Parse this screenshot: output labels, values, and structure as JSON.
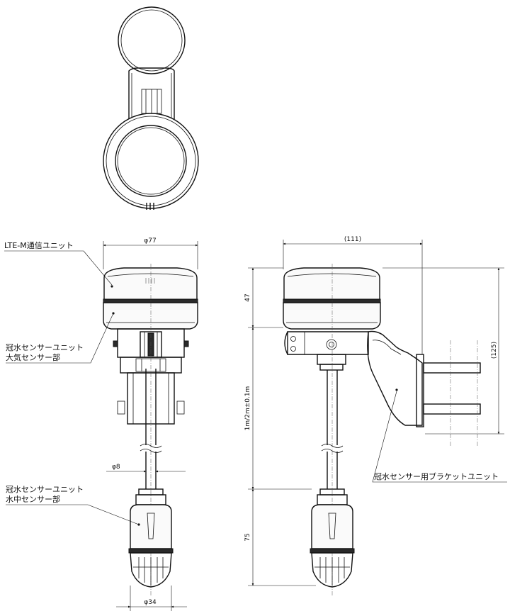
{
  "labels": {
    "lte_unit": "LTE-M通信ユニット",
    "air_sensor_line1": "冠水センサーユニット",
    "air_sensor_line2": "大気センサー部",
    "water_sensor_line1": "冠水センサーユニット",
    "water_sensor_line2": "水中センサー部",
    "bracket_unit": "冠水センサー用ブラケットユニット"
  },
  "dimensions": {
    "top_diameter": "φ77",
    "width_111": "(111)",
    "height_47": "47",
    "height_125": "(125)",
    "cable_length": "1m/2m±0.1m",
    "cable_diameter": "φ8",
    "height_75": "75",
    "bottom_diameter": "φ34"
  }
}
